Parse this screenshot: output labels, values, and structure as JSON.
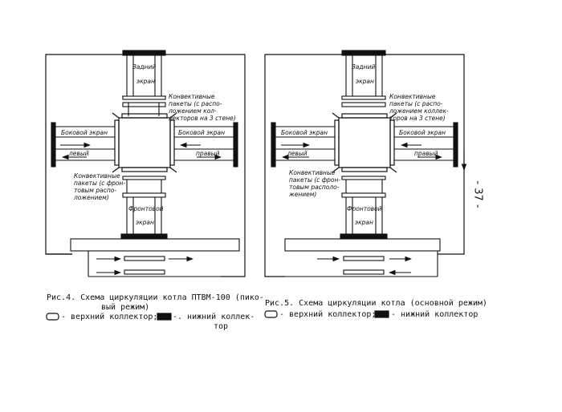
{
  "page_number": "- 37 -",
  "fig4": {
    "labels": {
      "rear_screen_line1": "Задний",
      "rear_screen_line2": "экран",
      "conv_top_1": "Конвективные",
      "conv_top_2": "пакеты (с распо-",
      "conv_top_3": "ложением кол-",
      "conv_top_4": "лекторов на 3 стене)",
      "left_screen_line1": "Боковой экран",
      "left_screen_line2": "левый",
      "right_screen_line1": "Боковой экран",
      "right_screen_line2": "правый",
      "conv_bottom_1": "Конвективные",
      "conv_bottom_2": "пакеты (с фрон-",
      "conv_bottom_3": "товым распо-",
      "conv_bottom_4": "ложением)",
      "front_screen_line1": "Фронтовой",
      "front_screen_line2": "экран"
    },
    "caption_line1": "Рис.4. Схема циркуляции котла ПТВМ-100 (пико-",
    "caption_line2": "вый режим)",
    "legend_upper": "- верхний коллектор;",
    "legend_lower_1": "-. нижний коллек-",
    "legend_lower_2": "тор"
  },
  "fig5": {
    "labels": {
      "rear_screen_line1": "Задний",
      "rear_screen_line2": "экран",
      "conv_top_1": "Конвективные",
      "conv_top_2": "пакеты (с распо-",
      "conv_top_3": "ложением коллек-",
      "conv_top_4": "торов на 3 стене)",
      "left_screen_line1": "Боковой экран",
      "left_screen_line2": "левый",
      "right_screen_line1": "Боковой экран",
      "right_screen_line2": "правый",
      "conv_bottom_1": "Конвективные",
      "conv_bottom_2": "пакеты (с фрон-",
      "conv_bottom_3": "товым располо-",
      "conv_bottom_4": "жением)",
      "front_screen_line1": "Фронтовой",
      "front_screen_line2": "экран"
    },
    "caption_line1": "Рис.5. Схема циркуляции котла (основной режим)",
    "legend_upper": "- верхний коллектор;",
    "legend_lower": "- нижний коллектор"
  }
}
